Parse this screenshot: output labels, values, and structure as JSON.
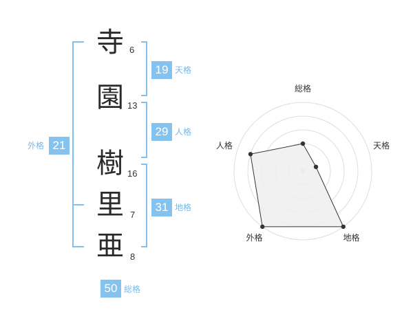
{
  "name_chars": [
    {
      "char": "寺",
      "strokes": "6"
    },
    {
      "char": "園",
      "strokes": "13"
    },
    {
      "char": "樹",
      "strokes": "16"
    },
    {
      "char": "里",
      "strokes": "7"
    },
    {
      "char": "亜",
      "strokes": "8"
    }
  ],
  "fortunes": {
    "tenkaku": {
      "value": "19",
      "label": "天格"
    },
    "jinkaku": {
      "value": "29",
      "label": "人格"
    },
    "chikaku": {
      "value": "31",
      "label": "地格"
    },
    "gaikaku": {
      "value": "21",
      "label": "外格"
    },
    "soukaku": {
      "value": "50",
      "label": "総格"
    }
  },
  "colors": {
    "accent": "#84c3ef",
    "bracket": "#7fc0ee",
    "label": "#77b9e8",
    "radar_fill": "#eeeeee",
    "radar_ring": "#dddddd",
    "radar_point": "#333333"
  },
  "chart_data": {
    "type": "radar",
    "axes": [
      "総格",
      "天格",
      "地格",
      "外格",
      "人格"
    ],
    "values": [
      2,
      1,
      5,
      5,
      4
    ],
    "range": [
      0,
      5
    ],
    "grid": true
  }
}
